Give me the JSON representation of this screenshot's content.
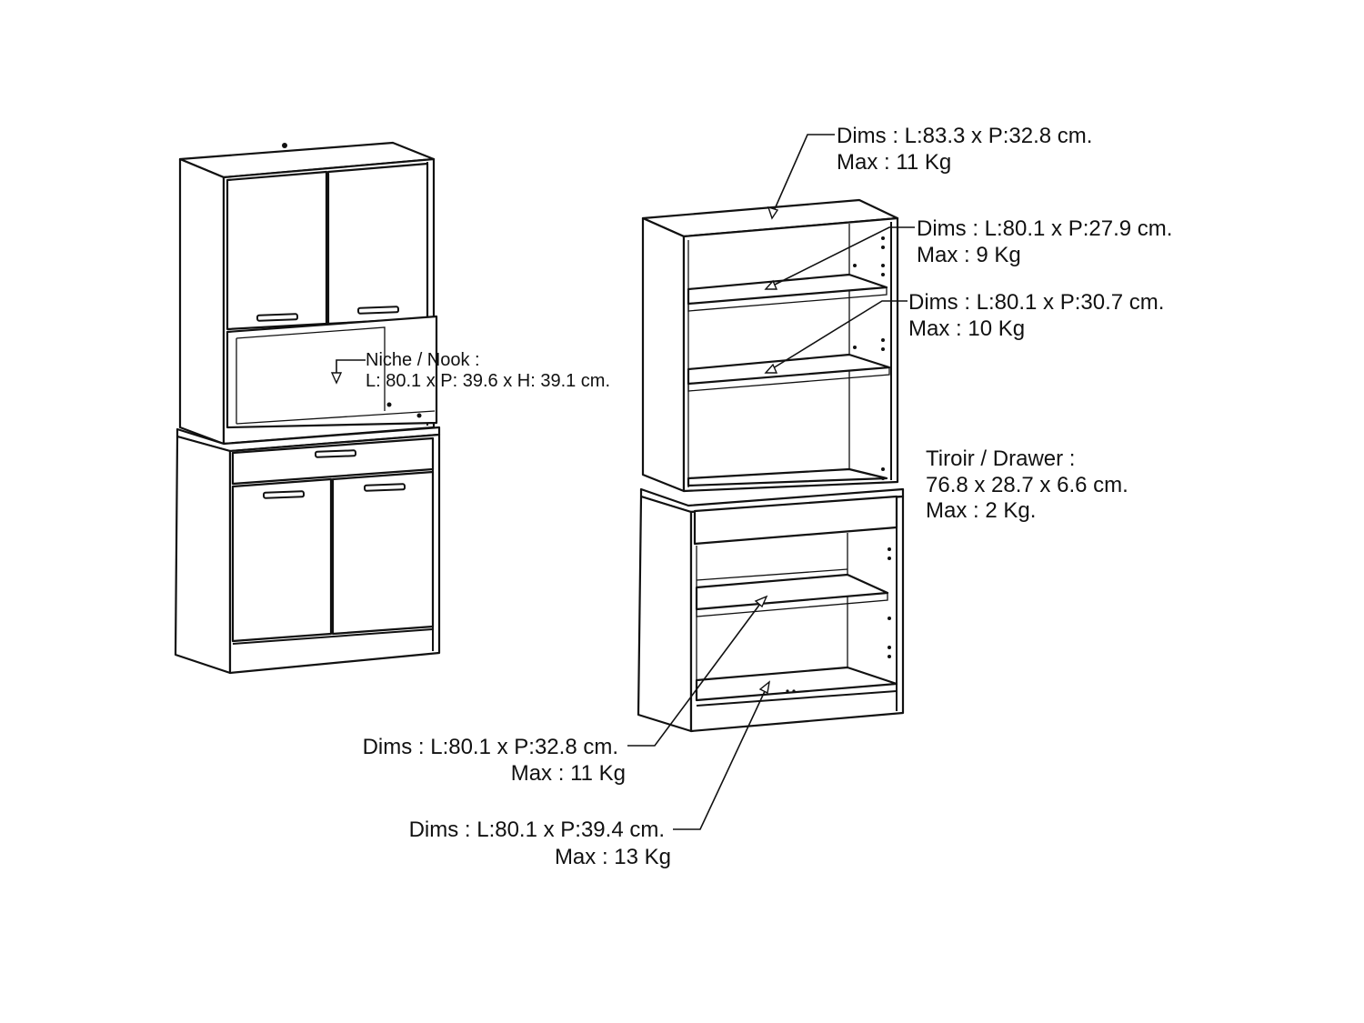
{
  "annotations": {
    "top_panel": {
      "dims": "Dims : L:83.3 x P:32.8 cm.",
      "max": "Max : 11 Kg"
    },
    "shelf_upper_1": {
      "dims": "Dims : L:80.1 x P:27.9 cm.",
      "max": "Max : 9 Kg"
    },
    "shelf_upper_2": {
      "dims": "Dims : L:80.1 x P:30.7 cm.",
      "max": "Max : 10 Kg"
    },
    "niche": {
      "title": "Niche / Nook :",
      "dims": "L: 80.1 x P: 39.6 x H: 39.1 cm."
    },
    "drawer": {
      "title": "Tiroir / Drawer :",
      "dims": "76.8 x 28.7 x 6.6 cm.",
      "max": "Max : 2 Kg."
    },
    "shelf_lower_1": {
      "dims": "Dims : L:80.1 x P:32.8 cm.",
      "max": "Max : 11 Kg"
    },
    "shelf_lower_2": {
      "dims": "Dims : L:80.1 x P:39.4 cm.",
      "max": "Max : 13 Kg"
    }
  }
}
